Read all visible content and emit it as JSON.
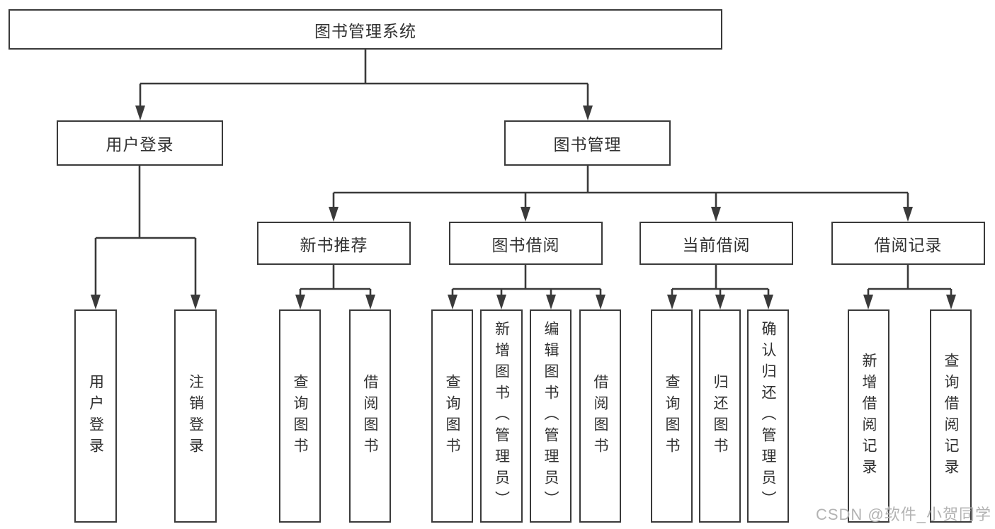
{
  "diagram": {
    "root": {
      "label": "图书管理系统"
    },
    "branches": [
      {
        "label": "用户登录",
        "children": [
          {
            "label": "用户登录"
          },
          {
            "label": "注销登录"
          }
        ]
      },
      {
        "label": "图书管理",
        "children": [
          {
            "label": "新书推荐",
            "children": [
              {
                "label": "查询图书"
              },
              {
                "label": "借阅图书"
              }
            ]
          },
          {
            "label": "图书借阅",
            "children": [
              {
                "label": "查询图书"
              },
              {
                "label": "新增图书（管理员）"
              },
              {
                "label": "编辑图书（管理员）"
              },
              {
                "label": "借阅图书"
              }
            ]
          },
          {
            "label": "当前借阅",
            "children": [
              {
                "label": "查询图书"
              },
              {
                "label": "归还图书"
              },
              {
                "label": "确认归还（管理员）"
              }
            ]
          },
          {
            "label": "借阅记录",
            "children": [
              {
                "label": "新增借阅记录"
              },
              {
                "label": "查询借阅记录"
              }
            ]
          }
        ]
      }
    ]
  },
  "watermark": {
    "text": "CSDN @软件_小贺同学"
  },
  "colors": {
    "line": "#3a3a3a",
    "text": "#313131",
    "watermark": "#b3b3b3",
    "bg": "#ffffff"
  }
}
